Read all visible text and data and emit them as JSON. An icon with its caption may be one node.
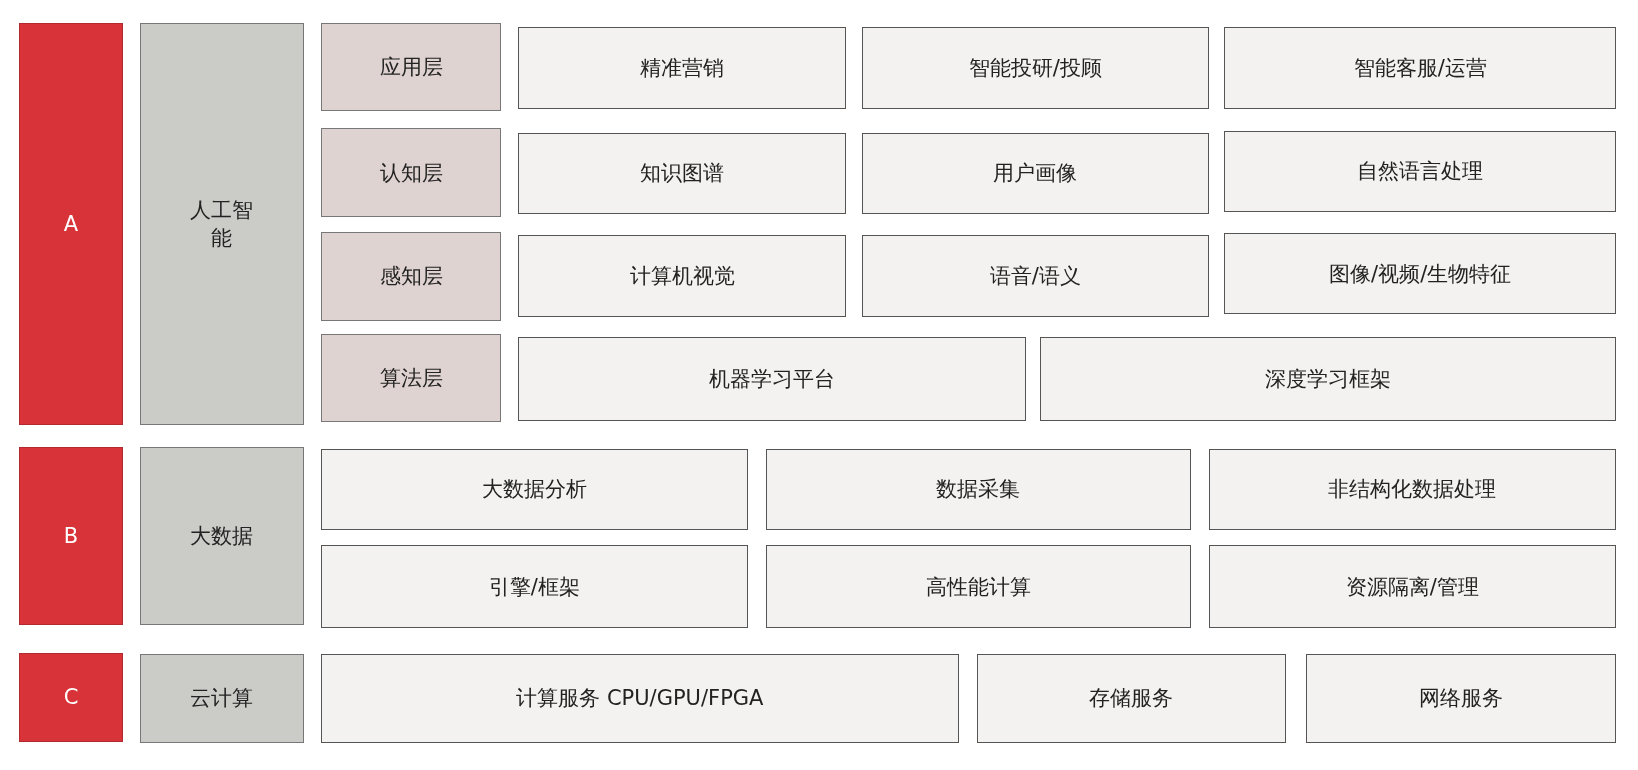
{
  "diagram": {
    "nodes": [
      {
        "text": [
          "A"
        ]
      },
      {
        "text": [
          "人工智能"
        ]
      },
      {
        "text": [
          "应用层"
        ]
      },
      {
        "text": [
          "精准营销"
        ]
      },
      {
        "text": [
          "智能投研/投顾"
        ]
      },
      {
        "text": [
          "智能客服/运营"
        ]
      },
      {
        "text": [
          "认知层"
        ]
      },
      {
        "text": [
          "知识图谱"
        ]
      },
      {
        "text": [
          "用户画像"
        ]
      },
      {
        "text": [
          "自然语言处理"
        ]
      },
      {
        "text": [
          "感知层"
        ]
      },
      {
        "text": [
          "计算机视觉"
        ]
      },
      {
        "text": [
          "语音/语义"
        ]
      },
      {
        "text": [
          "图像/视频/生物特征"
        ]
      },
      {
        "text": [
          "算法层"
        ]
      },
      {
        "text": [
          "机器学习平台"
        ]
      },
      {
        "text": [
          "深度学习框架"
        ]
      },
      {
        "text": [
          "B"
        ]
      },
      {
        "text": [
          "大数据"
        ]
      },
      {
        "text": [
          "大数据分析"
        ]
      },
      {
        "text": [
          "数据采集"
        ]
      },
      {
        "text": [
          "非结构化数据处理"
        ]
      },
      {
        "text": [
          "引擎/框架"
        ]
      },
      {
        "text": [
          "高性能计算"
        ]
      },
      {
        "text": [
          "资源隔离/管理"
        ]
      },
      {
        "text": [
          "C"
        ]
      },
      {
        "text": [
          "云计算"
        ]
      },
      {
        "text": [
          "计算服务 CPU/GPU/FPGA"
        ]
      },
      {
        "text": [
          "存储服务"
        ]
      },
      {
        "text": [
          "网络服务"
        ]
      }
    ],
    "edges": []
  }
}
